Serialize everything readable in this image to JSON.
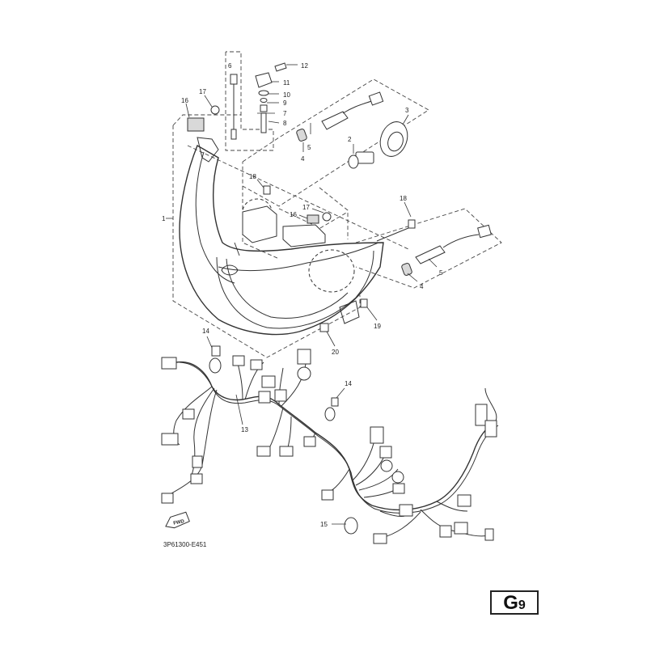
{
  "diagram": {
    "drawing_code": "3P61300-E451",
    "page_label": {
      "letter": "G",
      "number": "9"
    },
    "fwd_label": "FWD",
    "callouts": [
      "1",
      "2",
      "3",
      "4",
      "4",
      "5",
      "5",
      "6",
      "7",
      "8",
      "9",
      "10",
      "11",
      "12",
      "13",
      "14",
      "14",
      "15",
      "16",
      "16",
      "17",
      "17",
      "18",
      "18",
      "19",
      "20"
    ]
  }
}
